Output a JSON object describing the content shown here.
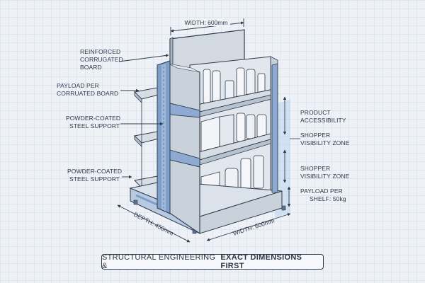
{
  "labels": {
    "width_top": "WIDTH: 600mm",
    "board_1": "REINFORCED",
    "board_2": "CORRUGATED",
    "board_3": "BOARD",
    "payload_board_1": "PAYLOAD PER",
    "payload_board_2": "CORRUATED BOARD",
    "steel_a_1": "POWDER-COATED",
    "steel_a_2": "STEEL SUPPORT",
    "steel_b_1": "POWDER-COATED",
    "steel_b_2": "STEEL SUPPORT",
    "product_1": "PRODUCT",
    "product_2": "ACCESSIBILITY",
    "shopper_a_1": "SHOPPER",
    "shopper_a_2": "VISIBILITY ZONE",
    "shopper_b_1": "SHOPPER",
    "shopper_b_2": "VISIBILITY ZONE",
    "payload_shelf_1": "PAYLOAD PER",
    "payload_shelf_2": "SHELF: 50kg",
    "depth": "DEPTH: 450mm",
    "width_bottom": "WIDTH: 600mm"
  },
  "caption": {
    "normal": "STRUCTURAL ENGINEERING &",
    "bold": "EXACT DIMENSIONS FIRST"
  },
  "colors": {
    "steel": "#7f9fcb",
    "board": "#c9d1db",
    "shelf": "#d7dde5",
    "outline": "#2d3a4a",
    "zone": "#b9d3ef"
  }
}
